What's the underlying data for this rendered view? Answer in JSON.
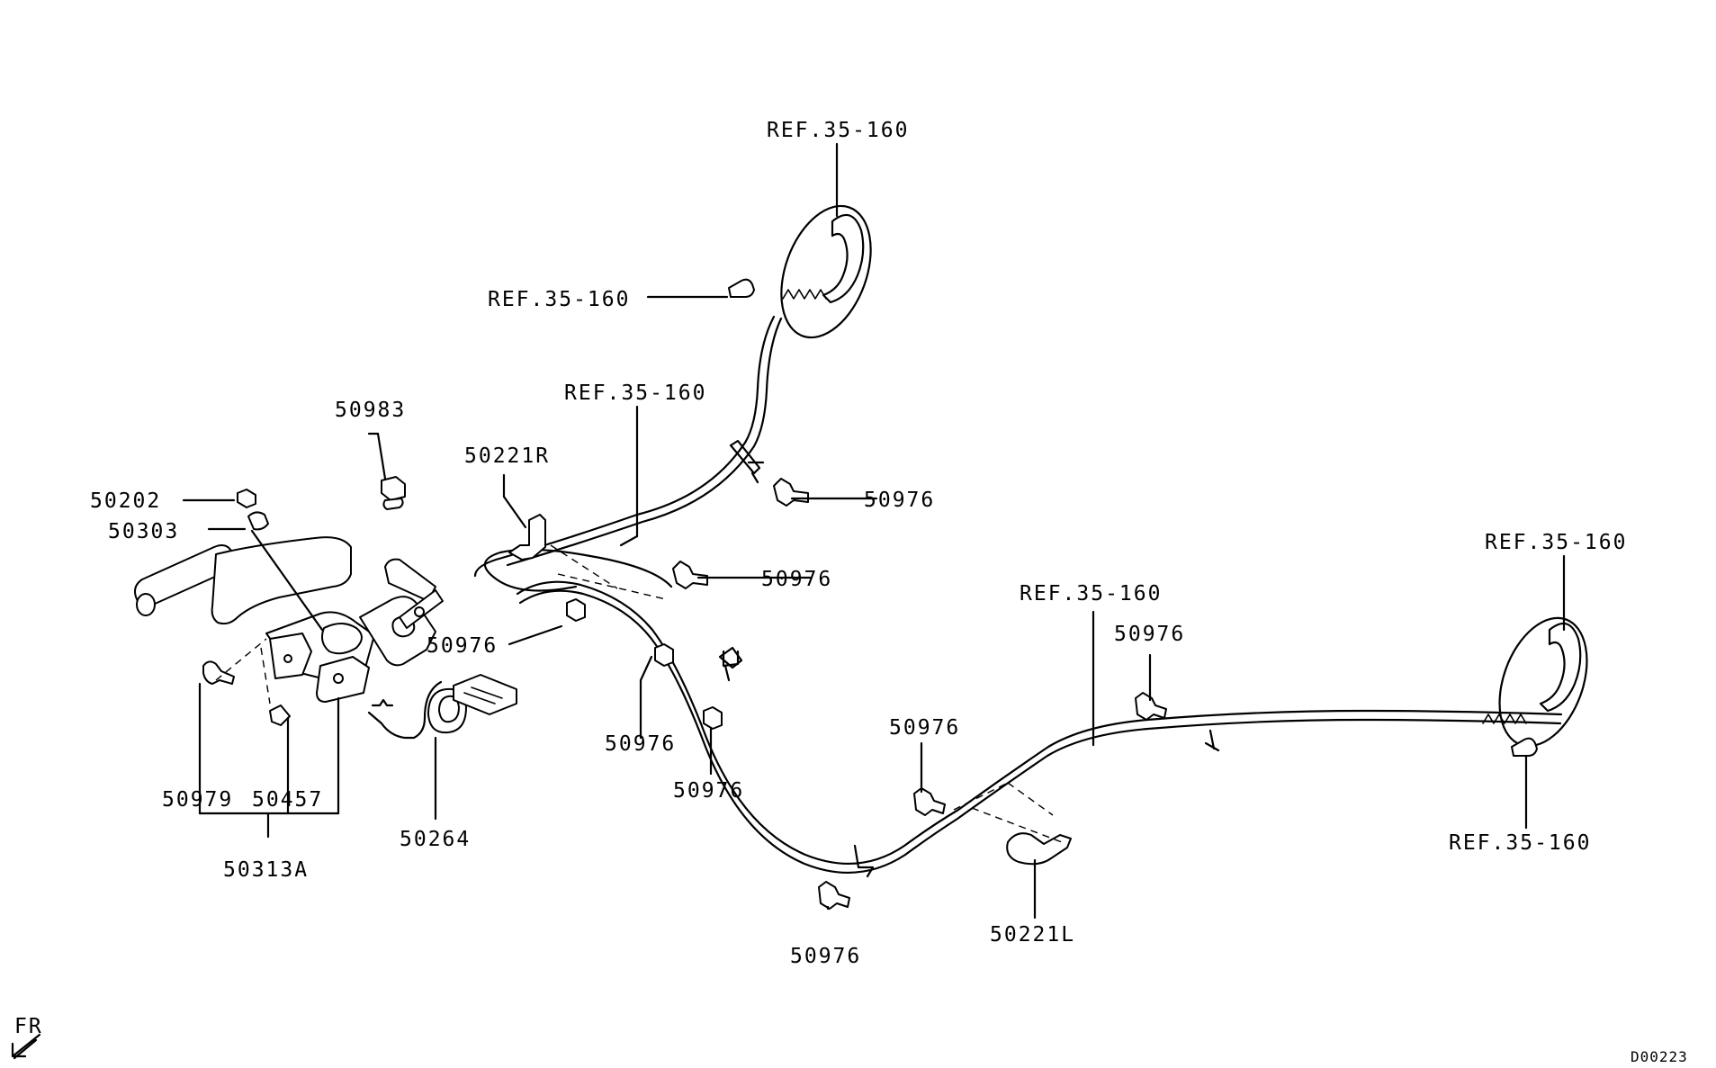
{
  "labels": {
    "ref_top": "REF.35-160",
    "ref_upper_mid": "REF.35-160",
    "ref_cable_upper": "REF.35-160",
    "ref_cable_lower": "REF.35-160",
    "ref_right_top": "REF.35-160",
    "ref_right_bottom": "REF.35-160",
    "p50983": "50983",
    "p50202": "50202",
    "p50303": "50303",
    "p50221R": "50221R",
    "p50221L": "50221L",
    "p50976_a": "50976",
    "p50976_b": "50976",
    "p50976_c": "50976",
    "p50976_d": "50976",
    "p50976_e": "50976",
    "p50976_f": "50976",
    "p50976_g": "50976",
    "p50976_h": "50976",
    "p50979": "50979",
    "p50457": "50457",
    "p50313A": "50313A",
    "p50264": "50264",
    "front_marker": "FR",
    "diagram_code": "D00223"
  }
}
